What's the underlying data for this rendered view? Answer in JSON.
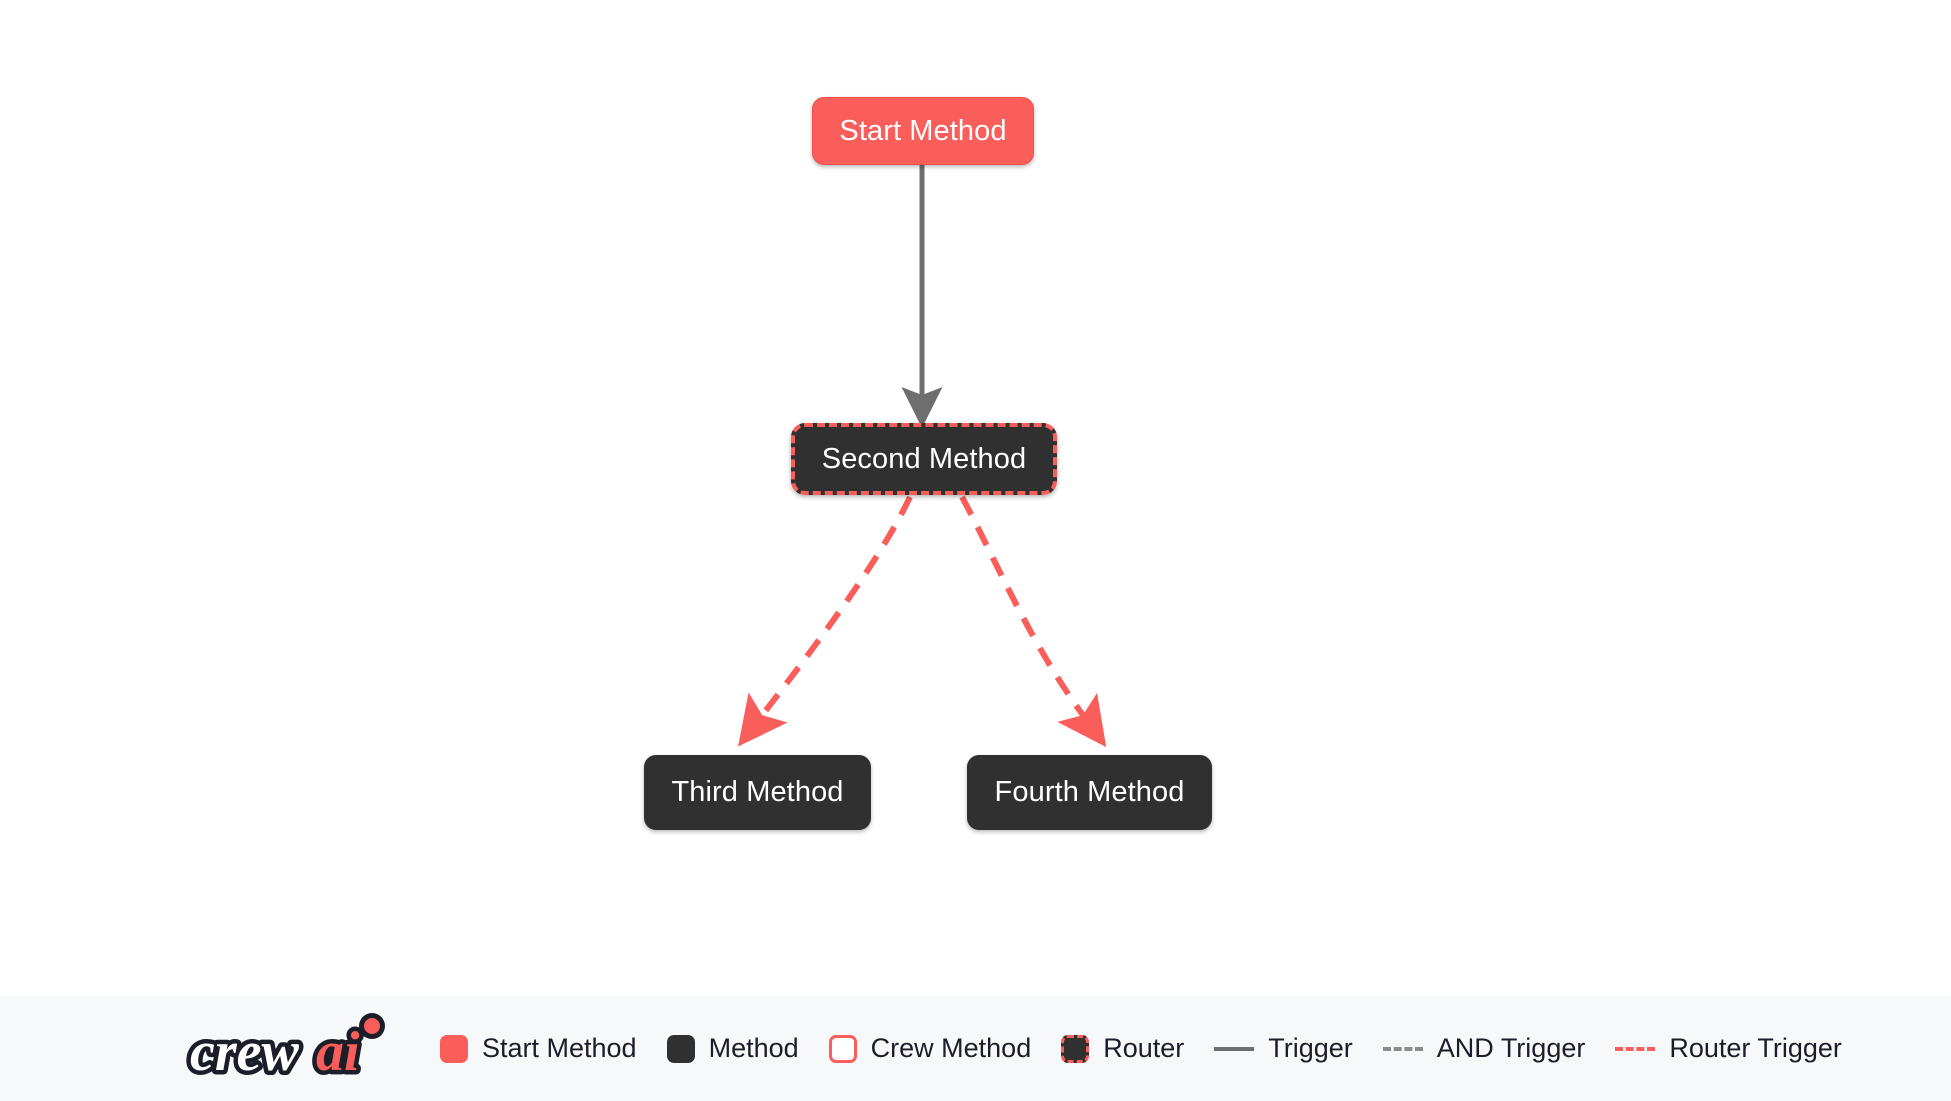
{
  "canvas": {
    "background": "#ffffff",
    "accent_red": "#f95e5a",
    "node_dark": "#303030",
    "edge_gray": "#6e6e6e"
  },
  "nodes": [
    {
      "id": "start",
      "label": "Start Method",
      "type": "start-method"
    },
    {
      "id": "second",
      "label": "Second Method",
      "type": "router"
    },
    {
      "id": "third",
      "label": "Third Method",
      "type": "method"
    },
    {
      "id": "fourth",
      "label": "Fourth Method",
      "type": "method"
    }
  ],
  "edges": [
    {
      "from": "start",
      "to": "third",
      "style": "trigger"
    },
    {
      "from": "second",
      "to": "third",
      "style": "router-trigger"
    },
    {
      "from": "second",
      "to": "fourth",
      "style": "router-trigger"
    }
  ],
  "legend": {
    "logo_text_primary": "crew",
    "logo_text_accent": "ai",
    "items": [
      {
        "label": "Start Method",
        "marker": "swatch-start"
      },
      {
        "label": "Method",
        "marker": "swatch-method"
      },
      {
        "label": "Crew Method",
        "marker": "swatch-crew"
      },
      {
        "label": "Router",
        "marker": "swatch-router"
      },
      {
        "label": "Trigger",
        "marker": "line-trigger"
      },
      {
        "label": "AND Trigger",
        "marker": "line-and-trigger"
      },
      {
        "label": "Router Trigger",
        "marker": "line-router-trigger"
      }
    ]
  }
}
